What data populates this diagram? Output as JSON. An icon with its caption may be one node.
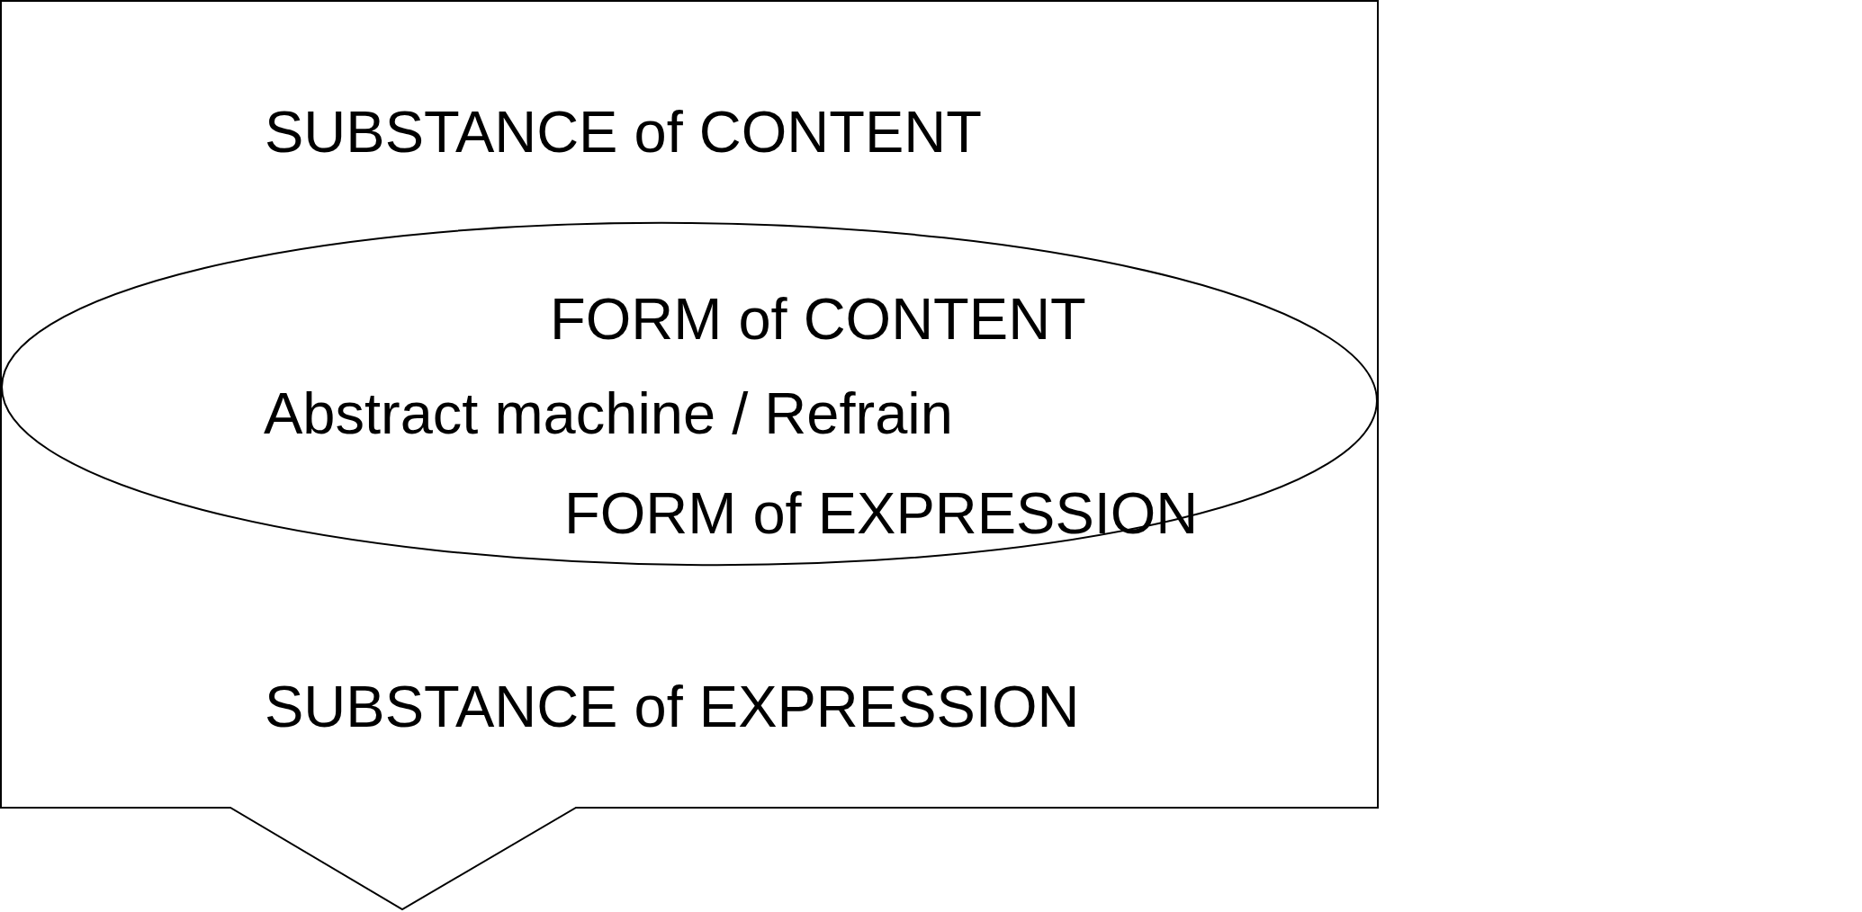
{
  "diagram": {
    "nodes": [
      {
        "text": [
          "SUBSTANCE of CONTENT",
          "SUBSTANCE of EXPRESSION"
        ]
      },
      {
        "text": [
          "FORM of CONTENT",
          "Abstract machine / Refrain",
          "FORM of EXPRESSION"
        ],
        "in": 0
      }
    ]
  }
}
